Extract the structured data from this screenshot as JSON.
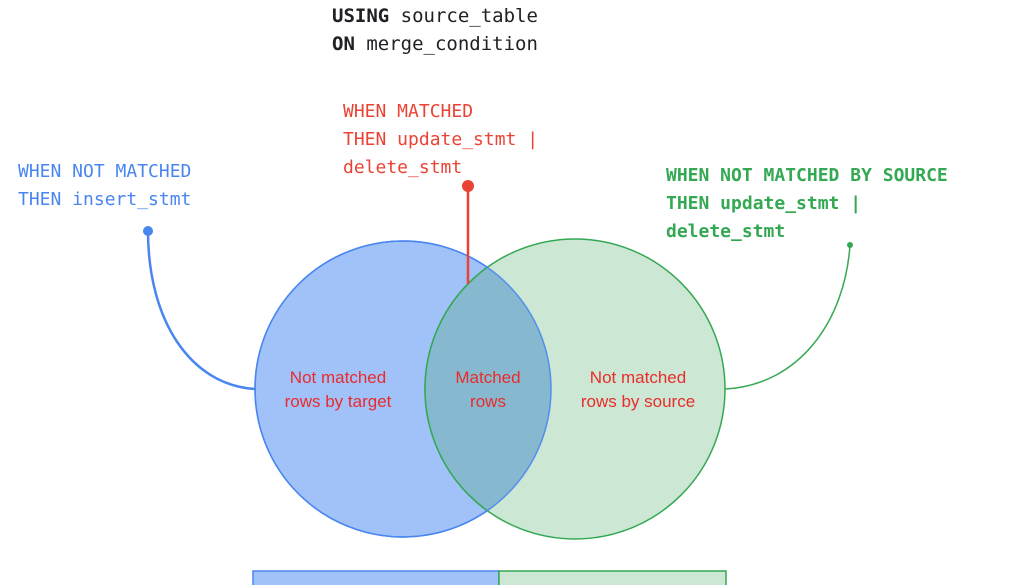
{
  "header": {
    "line1_keyword": "USING",
    "line1_value": "source_table",
    "line2_keyword": "ON",
    "line2_value": "merge_condition"
  },
  "clauses": {
    "not_matched": {
      "line1": "WHEN NOT MATCHED",
      "line2": "THEN insert_stmt",
      "color": "#4a86f0"
    },
    "matched": {
      "line1": "WHEN MATCHED",
      "line2": "THEN update_stmt |",
      "line3": "delete_stmt",
      "color": "#ea4335"
    },
    "not_matched_by_source": {
      "line1": "WHEN NOT MATCHED BY SOURCE",
      "line2": "THEN update_stmt |",
      "line3": "delete_stmt",
      "color": "#34a853"
    }
  },
  "venn": {
    "target_region": {
      "line1": "Not matched",
      "line2": "rows by target"
    },
    "matched_region": {
      "line1": "Matched",
      "line2": "rows"
    },
    "source_region": {
      "line1": "Not matched",
      "line2": "rows by source"
    },
    "colors": {
      "target_fill": "#a0c2f9",
      "target_stroke": "#4a86f0",
      "source_fill": "#cce8d4",
      "source_stroke": "#34a853",
      "overlap_fill": "#86b9cf",
      "label_text": "#ea2b2b"
    }
  },
  "legend_bar": {
    "left_color": "#a0c2f9",
    "right_color": "#cce8d4"
  }
}
